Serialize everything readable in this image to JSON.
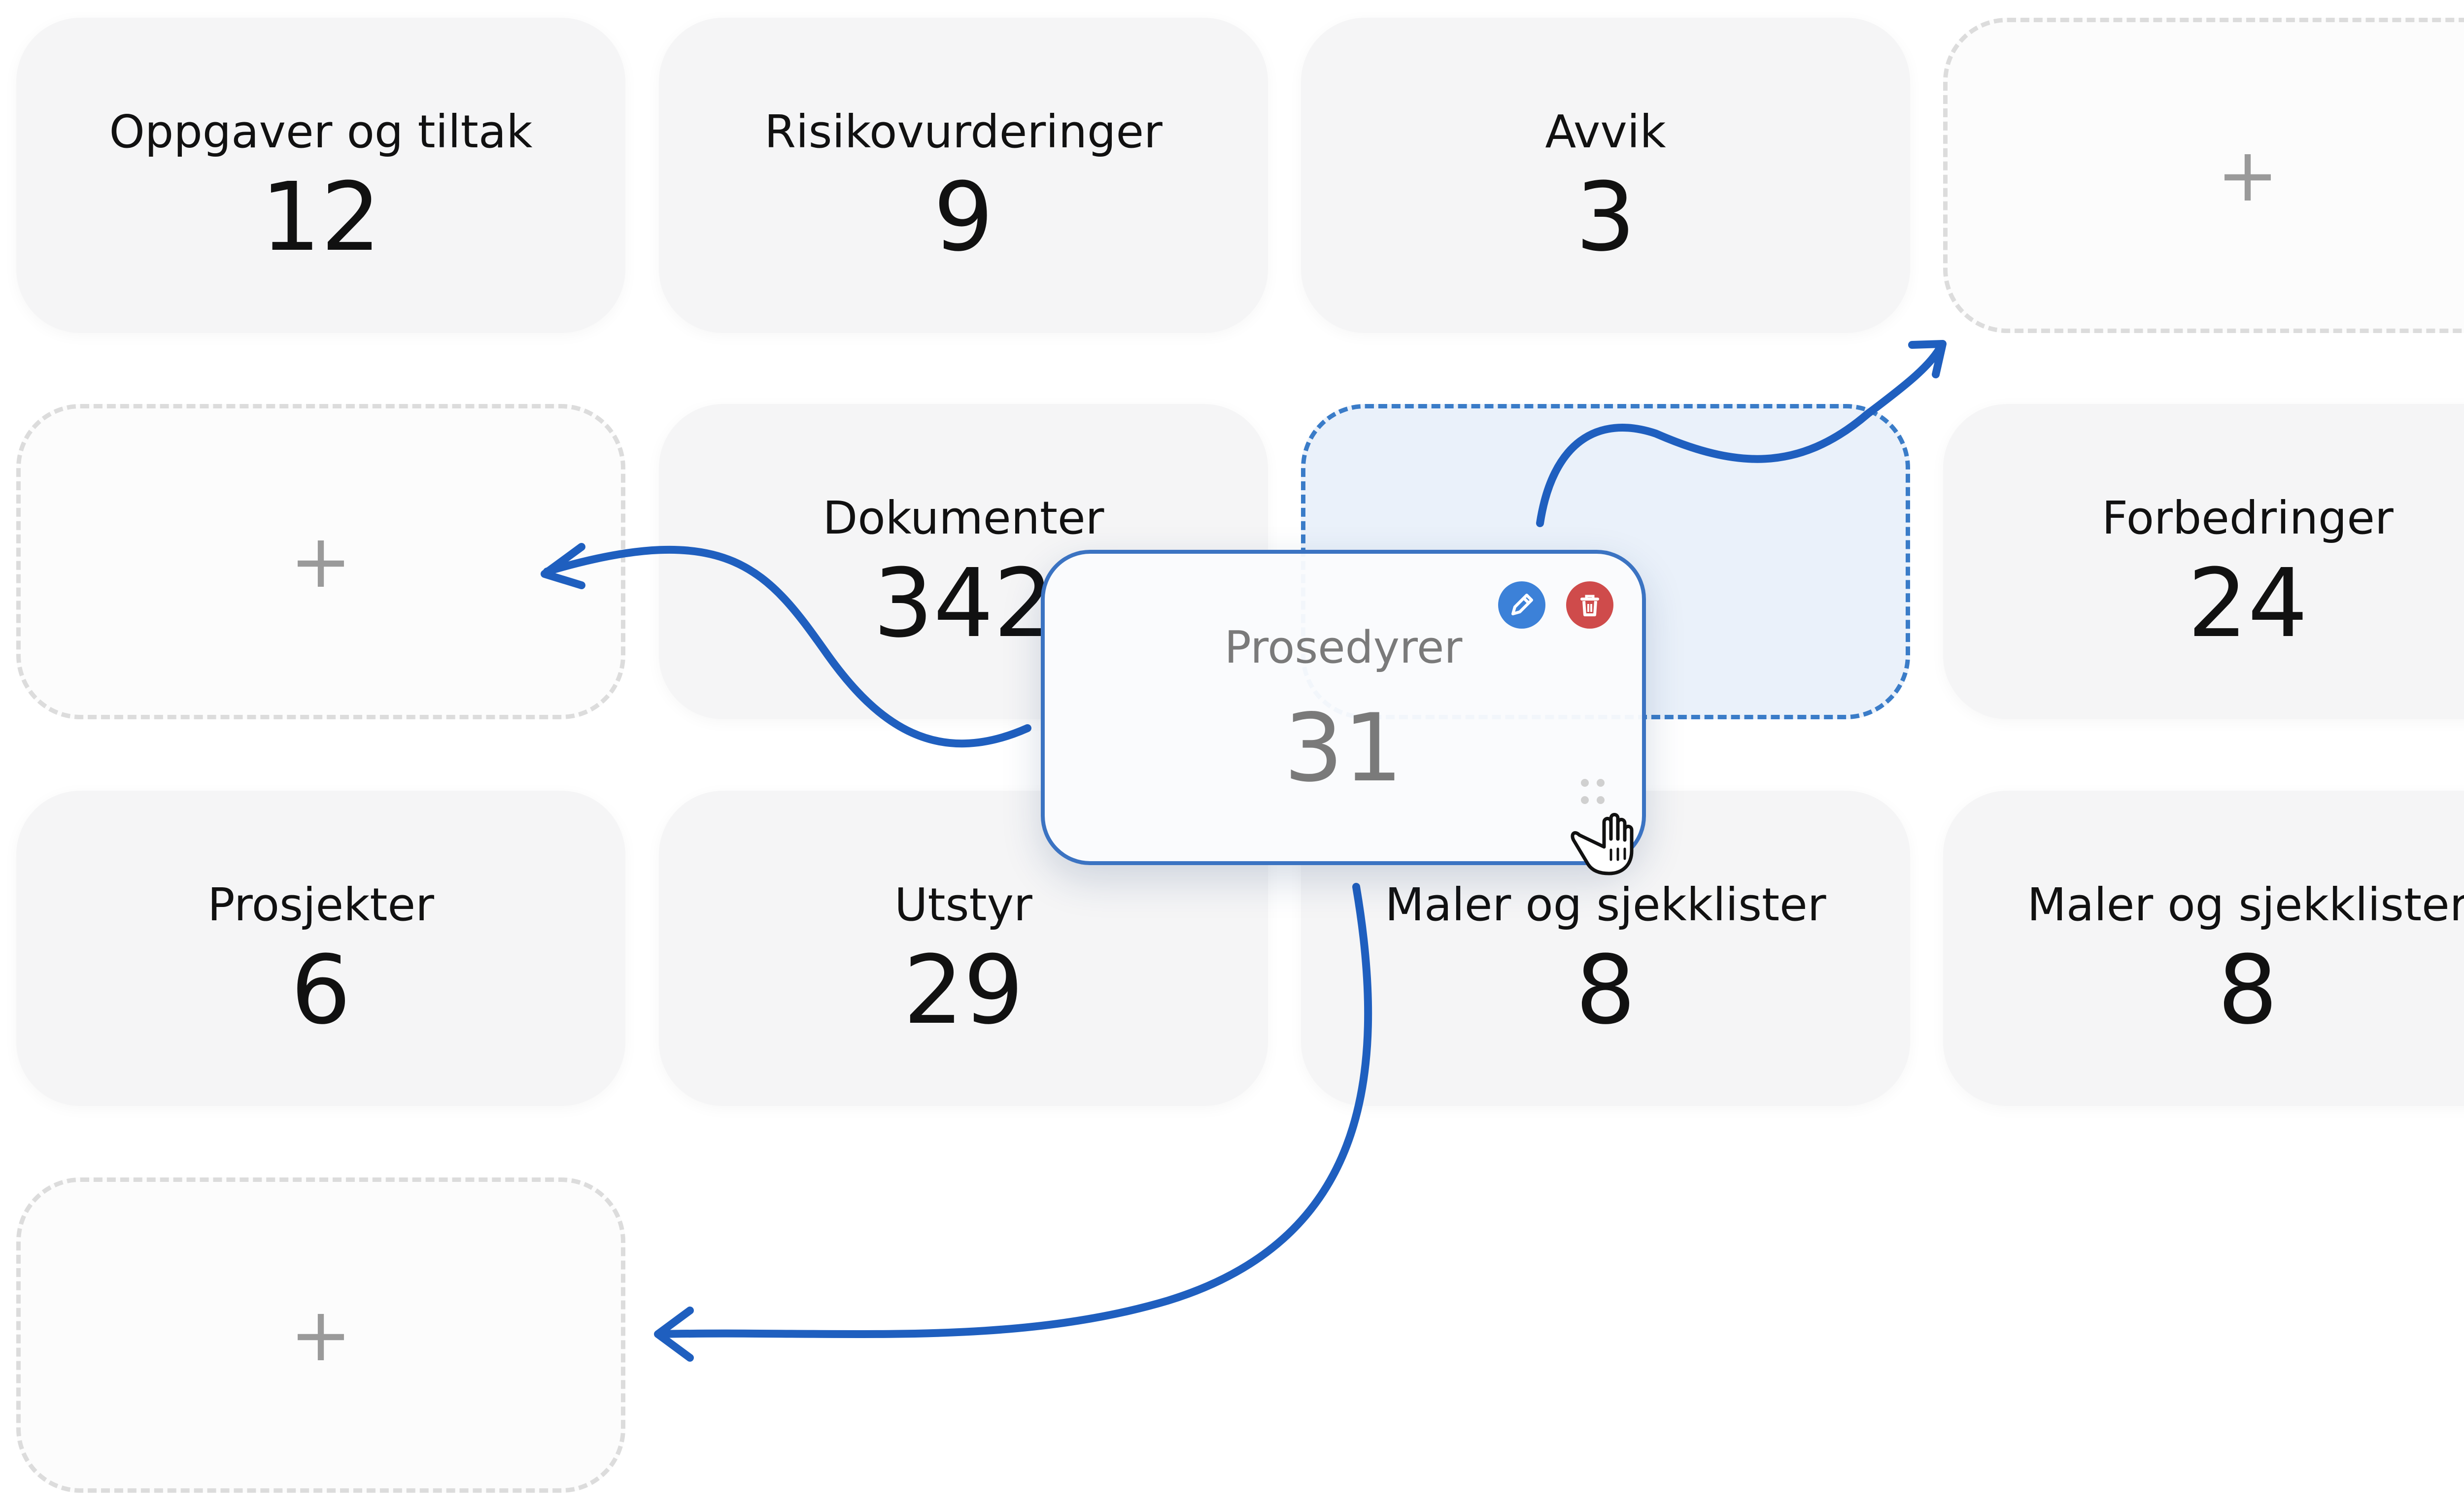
{
  "cards": [
    {
      "title": "Oppgaver og tiltak",
      "count": "12"
    },
    {
      "title": "Risikovurderinger",
      "count": "9"
    },
    {
      "title": "Avvik",
      "count": "3"
    },
    {
      "title": "Dokumenter",
      "count": "342"
    },
    {
      "title": "Forbedringer",
      "count": "24"
    },
    {
      "title": "Prosjekter",
      "count": "6"
    },
    {
      "title": "Utstyr",
      "count": "29"
    },
    {
      "title": "Maler og sjekklister",
      "count": "8"
    },
    {
      "title": "Maler og sjekklister",
      "count": "8"
    }
  ],
  "empty_slot": {
    "plus": "+"
  },
  "dragged_card": {
    "title": "Prosedyrer",
    "count": "31",
    "edit_icon": "pencil-icon",
    "delete_icon": "trash-icon",
    "handle_icon": "drag-handle-icon"
  },
  "colors": {
    "card_bg": "#f5f5f6",
    "accent_blue": "#3b73c2",
    "edit_button": "#3c81d8",
    "delete_button": "#cf4b4b",
    "drop_target_bg": "#eaf1fa",
    "arrow": "#1f5fbf"
  },
  "cursor_icon": "grab-hand-icon"
}
